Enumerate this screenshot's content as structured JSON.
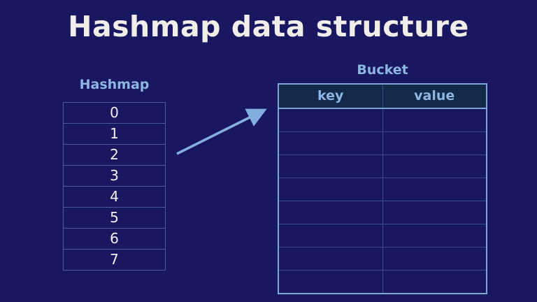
{
  "title": "Hashmap data structure",
  "hashmap": {
    "label": "Hashmap",
    "cells": [
      "0",
      "1",
      "2",
      "3",
      "4",
      "5",
      "6",
      "7"
    ]
  },
  "bucket": {
    "label": "Bucket",
    "columns": [
      "key",
      "value"
    ],
    "empty_row_count": 8
  },
  "arrow": {
    "icon": "diagonal-arrow-up-right",
    "from": "hashmap-slot-2",
    "to": "bucket-table"
  },
  "colors": {
    "background": "#18175f",
    "title_text": "#f1eee9",
    "accent_blue": "#8db6e3",
    "arrow": "#84ade0",
    "grid_muted": "#4a5a9a",
    "bucket_border": "#7ca6d4",
    "bucket_grid": "#3a4a8c",
    "bucket_header_bg": "#13294a",
    "cell_text": "#f2f2f2"
  }
}
